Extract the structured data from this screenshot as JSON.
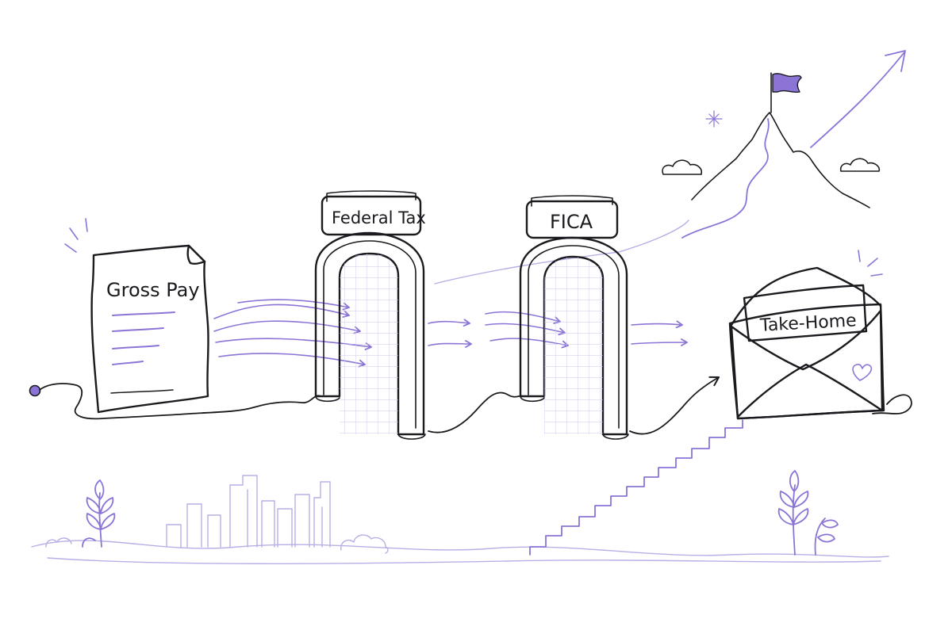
{
  "labels": {
    "gross_pay": "Gross Pay",
    "federal_tax": "Federal Tax",
    "fica": "FICA",
    "take_home": "Take-Home"
  },
  "colors": {
    "ink": "#1b1b1f",
    "accent": "#8b74d6",
    "accent_soft": "#b9aee6",
    "paper": "#ffffff"
  },
  "icons": [
    "document-icon",
    "gate-icon",
    "envelope-icon",
    "heart-icon",
    "mountain-icon",
    "flag-icon",
    "cloud-icon",
    "sparkle-icon",
    "city-skyline-icon",
    "plant-icon",
    "staircase-icon",
    "growth-arrow-icon"
  ]
}
